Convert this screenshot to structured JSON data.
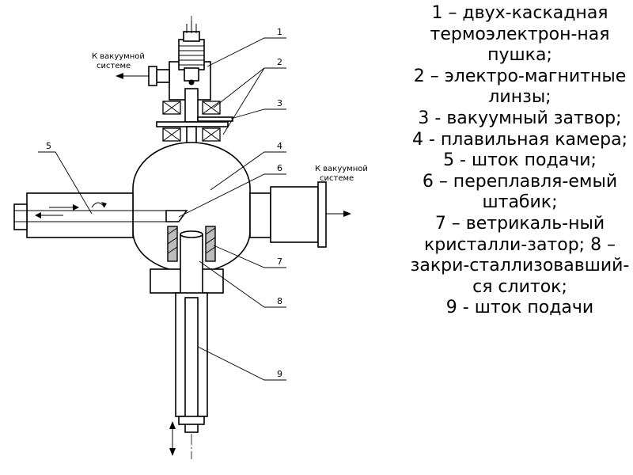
{
  "diagram": {
    "vacuum_label_left": [
      "К вакуумной",
      "системе"
    ],
    "vacuum_label_right": [
      "К вакуумной",
      "системе"
    ],
    "callout_numbers": [
      "1",
      "2",
      "3",
      "4",
      "5",
      "6",
      "7",
      "8",
      "9"
    ]
  },
  "legend": {
    "items": [
      "1 – двух-каскадная термоэлектрон-ная пушка;",
      "2 – электро-магнитные линзы;",
      "3 - вакуумный затвор;",
      "4 - плавильная камера; 5 - шток подачи;",
      "6 – переплавля-емый штабик;",
      "7 – ветрикаль-ный кристалли-затор; 8 – закри-сталлизовавший-ся слиток;",
      "9 - шток подачи"
    ]
  }
}
